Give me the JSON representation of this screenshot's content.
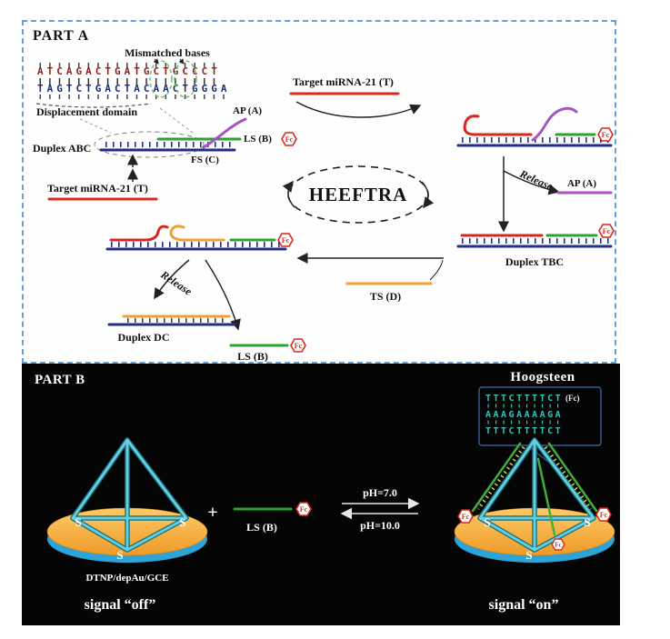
{
  "common": {
    "fc": "Fc",
    "s": "S"
  },
  "part_a": {
    "title": "PART A",
    "mismatched_bases": "Mismatched bases",
    "seq_top": "ATCAGACTGATGCTGCCCT",
    "seq_bottom": "TAGTCTGACTACAACTGGGA",
    "displacement_domain": "Displacement domain",
    "duplex_abc": "Duplex ABC",
    "ap_a": "AP (A)",
    "ls_b": "LS (B)",
    "fs_c": "FS (C)",
    "target_top": "Target miRNA-21 (T)",
    "target_left": "Target miRNA-21 (T)",
    "heeftra": "HEEFTRA",
    "release": "Release",
    "ap_a_released": "AP (A)",
    "duplex_tbc": "Duplex TBC",
    "ts_d": "TS (D)",
    "duplex_dc": "Duplex DC",
    "ls_b_released": "LS (B)"
  },
  "part_b": {
    "title": "PART B",
    "hoogsteen": "Hoogsteen",
    "seq_row1": "TTTCTTTTCT",
    "seq_row1_tag": "(Fc)",
    "seq_row2": "AAAGAAAAGA",
    "seq_row3": "TTTCTTTTCT",
    "plus": "+",
    "ls_b": "LS (B)",
    "ph_forward": "pH=7.0",
    "ph_reverse": "pH=10.0",
    "electrode": "DTNP/depAu/GCE",
    "signal_off": "signal “off”",
    "signal_on": "signal “on”"
  },
  "colors": {
    "panel_border": "#63a0d8",
    "target_red": "#d8281d",
    "fs_blue": "#232f86",
    "ls_green": "#2fa12f",
    "ap_purple": "#a853c2",
    "ts_orange": "#f0a135",
    "fc_red": "#d8281d",
    "tetra_cyan": "#66cfdf",
    "disc_orange": "#f3a637",
    "disc_rim_blue": "#2da4d8",
    "hoogsteen_teal": "#35c4b8"
  }
}
